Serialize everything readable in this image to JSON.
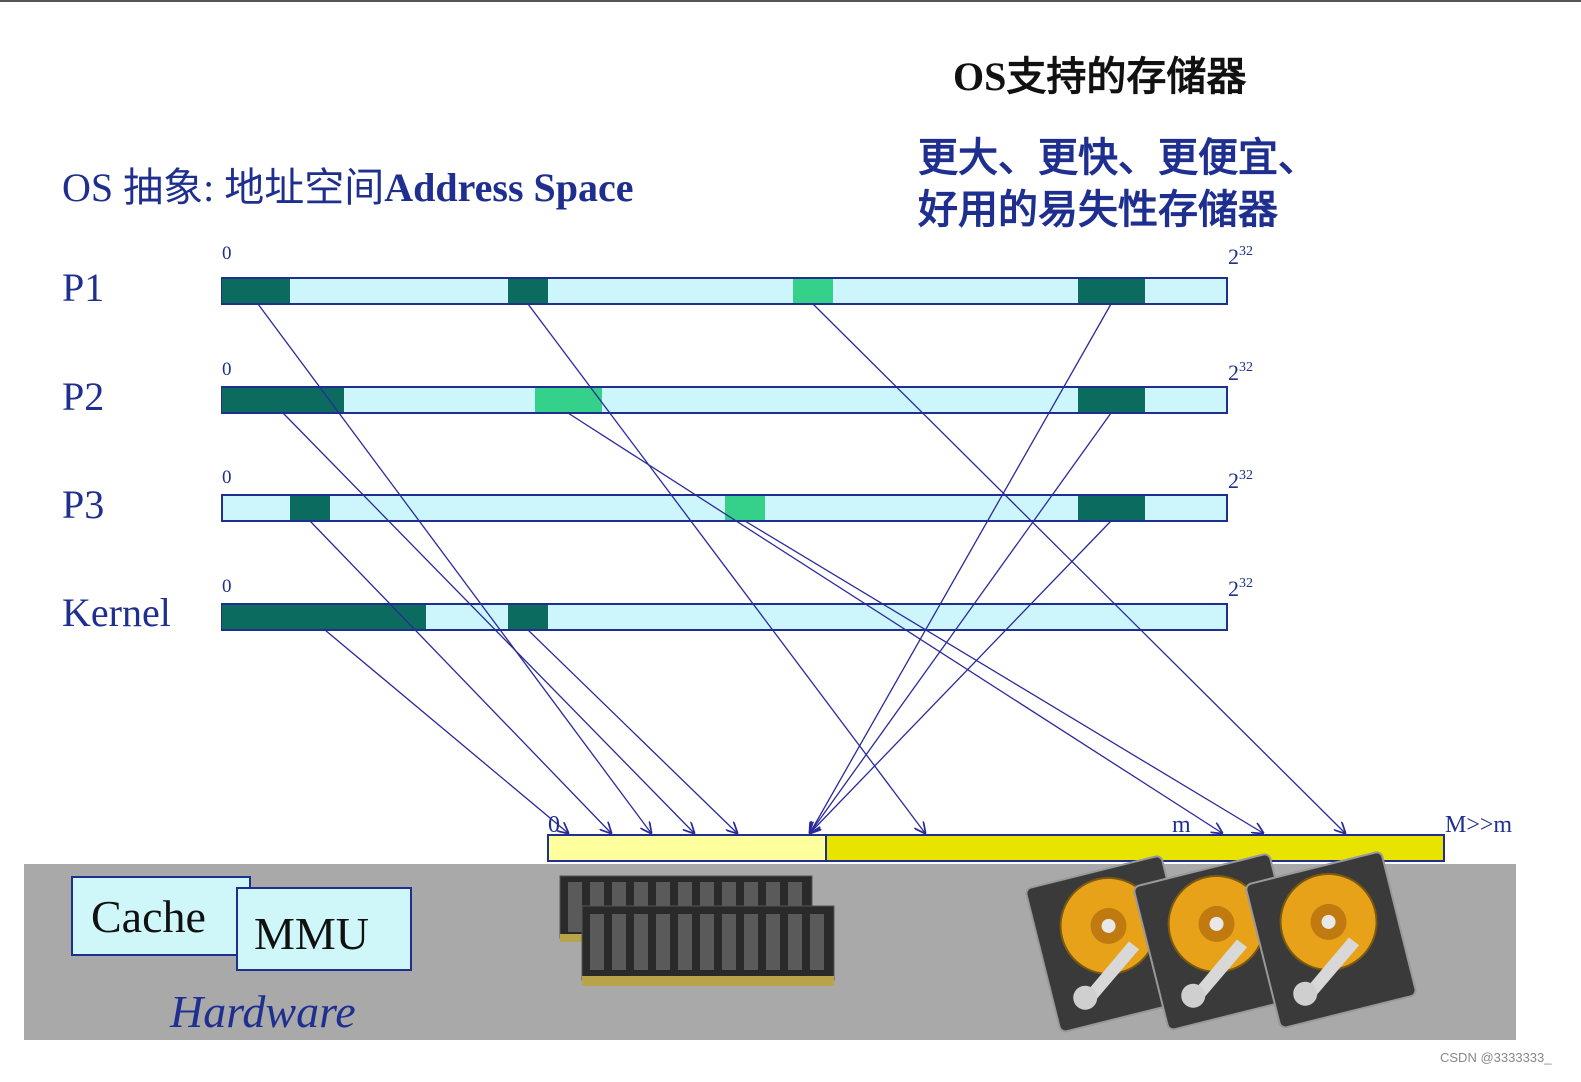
{
  "title": "OS支持的存储器",
  "subtitle_lines": [
    "更大、更快、更便宜、",
    "好用的易失性存储器"
  ],
  "abstraction_prefix": "OS 抽象: 地址空间",
  "abstraction_strong": "Address Space",
  "address_spaces": [
    {
      "label": "P1",
      "zero": "0",
      "top_base": "2",
      "top_exp": "32"
    },
    {
      "label": "P2",
      "zero": "0",
      "top_base": "2",
      "top_exp": "32"
    },
    {
      "label": "P3",
      "zero": "0",
      "top_base": "2",
      "top_exp": "32"
    },
    {
      "label": "Kernel",
      "zero": "0",
      "top_base": "2",
      "top_exp": "32"
    }
  ],
  "physical_memory": {
    "start_label": "0",
    "m_label": "m",
    "end_label": "M>>m"
  },
  "hardware": {
    "cache": "Cache",
    "mmu": "MMU",
    "label": "Hardware"
  },
  "watermark": "CSDN @3333333_",
  "colors": {
    "space_fill": "#ccf6fb",
    "space_border": "#1f2f8f",
    "dark_segment": "#0b6b5f",
    "light_segment": "#35d08a",
    "ram_fill": "#ffff9e",
    "disk_fill": "#e8e400",
    "hardware_bg": "#a9a9a9",
    "arrow": "#2a2a9a"
  }
}
